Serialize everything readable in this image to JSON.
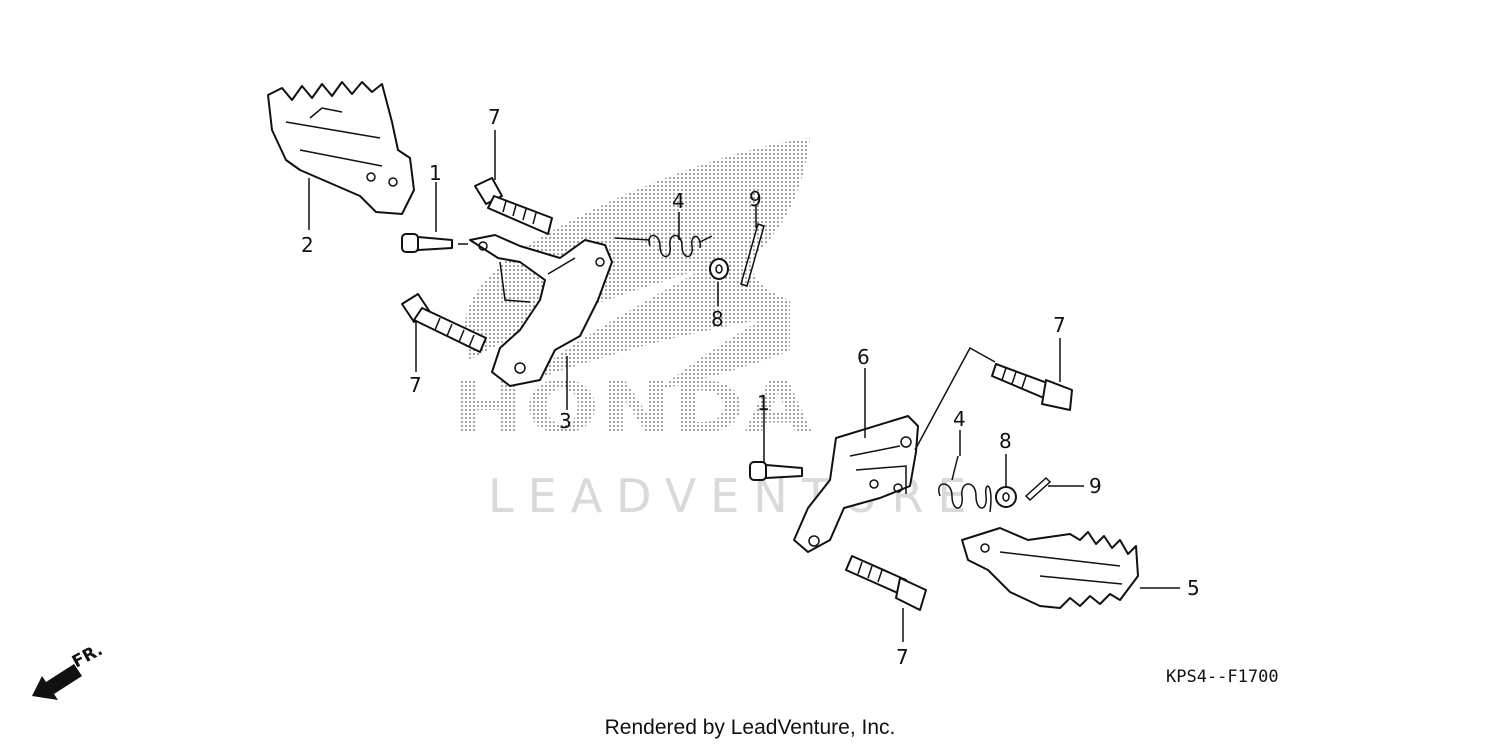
{
  "diagram_code": "KPS4--F1700",
  "credit": "Rendered by LeadVenture, Inc.",
  "watermark": {
    "brand": "HONDA",
    "company": "LEADVENTURE"
  },
  "direction_indicator": "FR.",
  "callouts": [
    {
      "id": "c1a",
      "label": "1"
    },
    {
      "id": "c2",
      "label": "2"
    },
    {
      "id": "c3",
      "label": "3"
    },
    {
      "id": "c4a",
      "label": "4"
    },
    {
      "id": "c7a",
      "label": "7"
    },
    {
      "id": "c7b",
      "label": "7"
    },
    {
      "id": "c8a",
      "label": "8"
    },
    {
      "id": "c9a",
      "label": "9"
    },
    {
      "id": "c1b",
      "label": "1"
    },
    {
      "id": "c4b",
      "label": "4"
    },
    {
      "id": "c5",
      "label": "5"
    },
    {
      "id": "c6",
      "label": "6"
    },
    {
      "id": "c7c",
      "label": "7"
    },
    {
      "id": "c7d",
      "label": "7"
    },
    {
      "id": "c8b",
      "label": "8"
    },
    {
      "id": "c9b",
      "label": "9"
    }
  ]
}
